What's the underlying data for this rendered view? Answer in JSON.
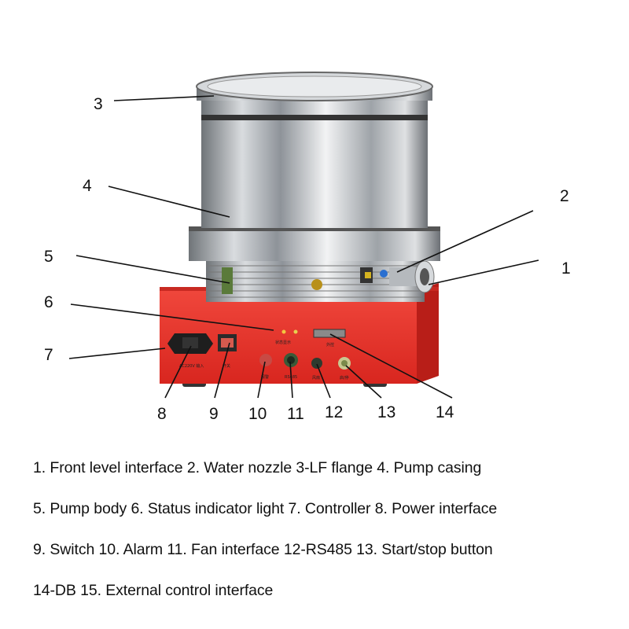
{
  "callouts": [
    "1",
    "2",
    "3",
    "4",
    "5",
    "6",
    "7",
    "8",
    "9",
    "10",
    "11",
    "12",
    "13",
    "14"
  ],
  "panel_labels": {
    "power_input": "AC220V 输入",
    "switch": "开关",
    "alarm": "报警",
    "rs485": "RS485",
    "fan": "风扇",
    "start_stop": "启/停",
    "status": "状态显示",
    "external_control": "外控"
  },
  "caption_lines": [
    "1. Front level interface 2. Water nozzle 3-LF flange 4. Pump casing",
    "5. Pump body 6. Status indicator light 7. Controller 8. Power interface",
    "9. Switch 10. Alarm 11. Fan interface 12-RS485 13. Start/stop button",
    "14-DB 15. External control interface"
  ],
  "colors": {
    "controller_red": "#e8302a",
    "steel": "#c9ccd0",
    "text": "#111111"
  }
}
